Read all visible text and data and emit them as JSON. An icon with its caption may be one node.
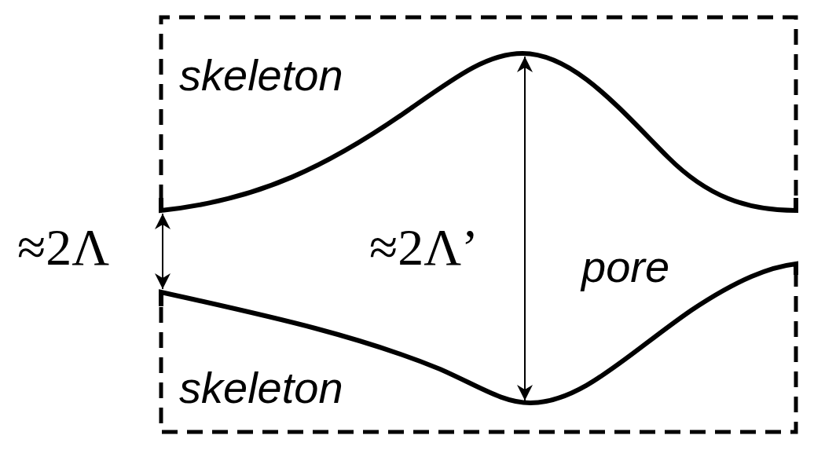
{
  "diagram": {
    "labels": [
      "skeleton",
      "≈2Λ",
      "≈2Λ’",
      "pore",
      "skeleton"
    ]
  }
}
